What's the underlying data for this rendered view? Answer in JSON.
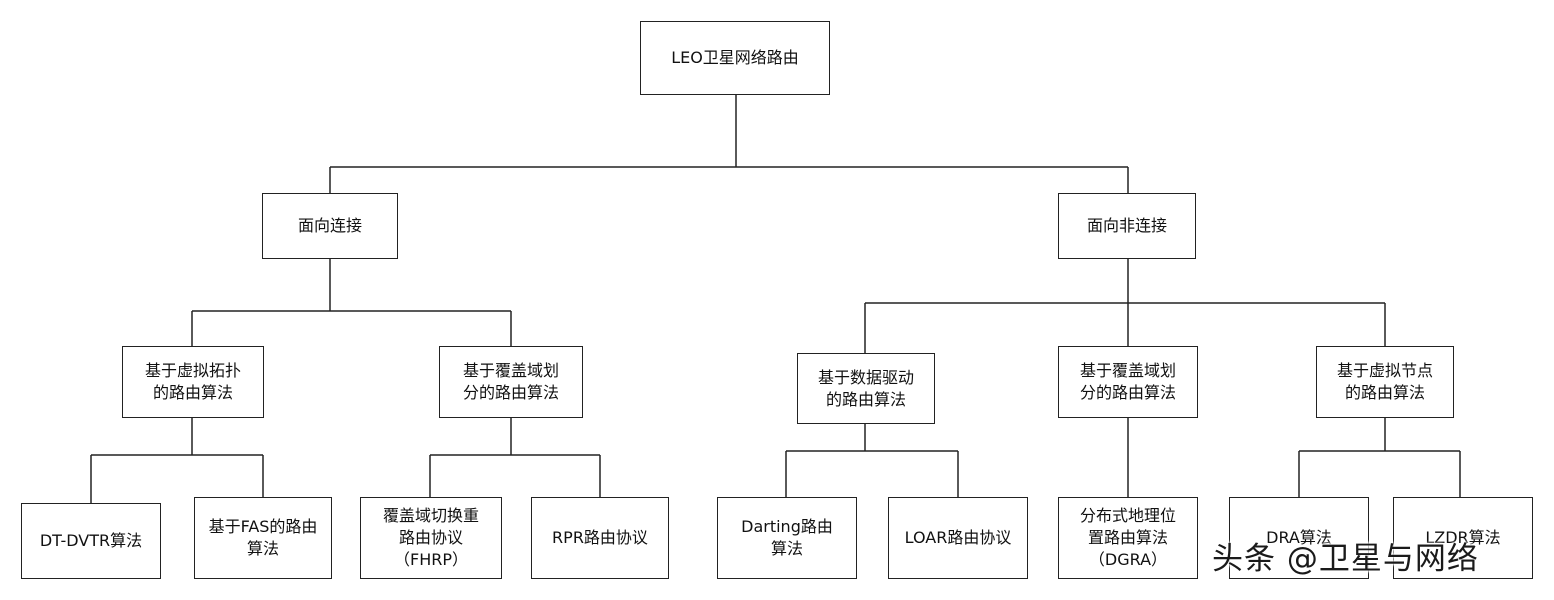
{
  "root": "LEO卫星网络路由",
  "branches": {
    "connection_oriented": "面向连接",
    "connectionless": "面向非连接"
  },
  "methods": {
    "virtual_topology": "基于虚拟拓扑\n的路由算法",
    "coverage_division_conn": "基于覆盖域划\n分的路由算法",
    "data_driven": "基于数据驱动\n的路由算法",
    "coverage_division_connless": "基于覆盖域划\n分的路由算法",
    "virtual_node": "基于虚拟节点\n的路由算法"
  },
  "algorithms": {
    "dt_dvtr": "DT-DVTR算法",
    "fas": "基于FAS的路由\n算法",
    "fhrp": "覆盖域切换重\n路由协议\n（FHRP）",
    "rpr": "RPR路由协议",
    "darting": "Darting路由\n算法",
    "loar": "LOAR路由协议",
    "dgra": "分布式地理位\n置路由算法\n（DGRA）",
    "dra": "DRA算法",
    "lzdr": "LZDR算法"
  },
  "watermark": "头条 @卫星与网络"
}
